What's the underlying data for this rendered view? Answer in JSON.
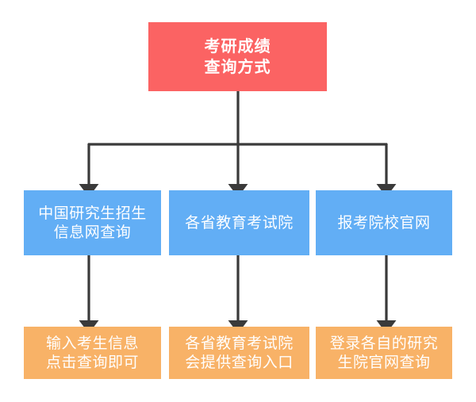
{
  "diagram": {
    "title_node": {
      "id": "root",
      "label": "考研成绩\n查询方式",
      "color": "#fb6363",
      "text_color": "#ffffff"
    },
    "method_color": "#62aef5",
    "detail_color": "#f8b267",
    "columns": [
      {
        "method": {
          "id": "method-1",
          "label": "中国研究生招生\n信息网查询"
        },
        "detail": {
          "id": "detail-1",
          "label": "输入考生信息\n点击查询即可"
        }
      },
      {
        "method": {
          "id": "method-2",
          "label": "各省教育考试院"
        },
        "detail": {
          "id": "detail-2",
          "label": "各省教育考试院\n会提供查询入口"
        }
      },
      {
        "method": {
          "id": "method-3",
          "label": "报考院校官网"
        },
        "detail": {
          "id": "detail-3",
          "label": "登录各自的研究\n生院官网查询"
        }
      }
    ],
    "connector_color": "#3a3a3a"
  }
}
